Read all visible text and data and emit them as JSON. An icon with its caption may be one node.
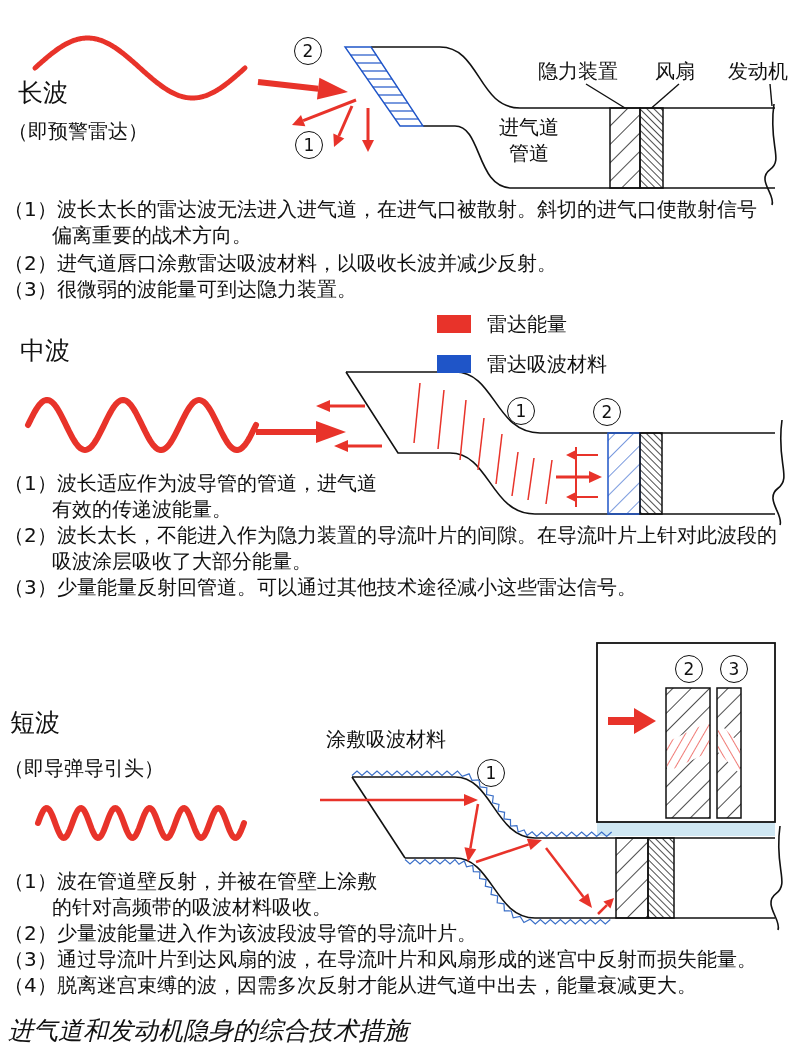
{
  "diagram": {
    "caption": "进气道和发动机隐身的综合技术措施",
    "nodes": [
      {
        "text": [
          "隐力装置"
        ]
      },
      {
        "text": [
          "风扇"
        ]
      },
      {
        "text": [
          "发动机"
        ]
      },
      {
        "text": [],
        "shape": "box"
      },
      {
        "text": [],
        "shape": "box"
      }
    ],
    "edges": [
      {
        "from": 0,
        "to": 3,
        "arrow": "none"
      },
      {
        "from": 1,
        "to": 4,
        "arrow": "none"
      },
      {
        "from": 2,
        "to": null,
        "arrow": "none"
      }
    ],
    "labels": [
      "2",
      "长波",
      "（即预警雷达）",
      "1",
      "进气道管道",
      "（1）波长太长的雷达波无法进入进气道，在进气口被散射。斜切的进气口使散射信号偏离重要的战术方向。",
      "（2）进气道唇口涂敷雷达吸波材料，以吸收长波并减少反射。",
      "（3）很微弱的波能量可到达隐力装置。",
      "中波",
      "1",
      "2",
      "（1）波长适应作为波导管的管道，进气道有效的传递波能量。",
      "（2）波长太长，不能进入作为隐力装置的导流叶片的间隙。在导流叶片上针对此波段的吸波涂层吸收了大部分能量。",
      "（3）少量能量反射回管道。可以通过其他技术途径减小这些雷达信号。",
      "2",
      "3",
      "短波",
      "（即导弹导引头）",
      "涂敷吸波材料",
      "1",
      "（1）波在管道壁反射，并被在管壁上涂敷的针对高频带的吸波材料吸收。",
      "（2）少量波能量进入作为该波段波导管的导流叶片。",
      "（3）通过导流叶片到达风扇的波，在导流叶片和风扇形成的迷宫中反射而损失能量。",
      "（4）脱离迷宫束缚的波，因需多次反射才能从进气道中出去，能量衰减更大。"
    ],
    "legend": [
      {
        "text": "雷达能量",
        "color": "#e8332a"
      },
      {
        "text": "雷达吸波材料",
        "color": "#1f55c8"
      }
    ]
  }
}
